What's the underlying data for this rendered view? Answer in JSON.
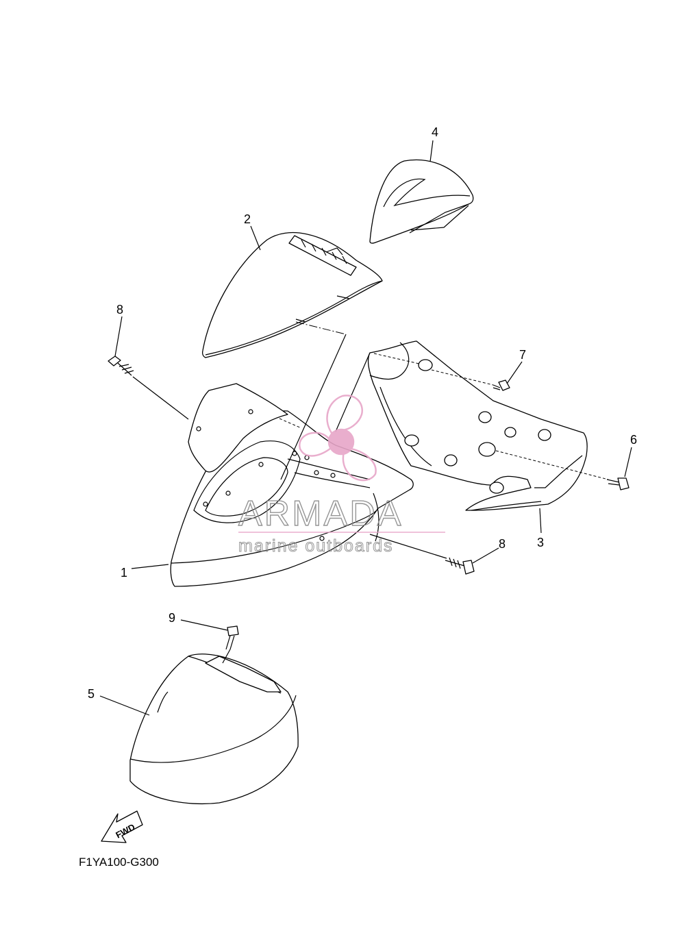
{
  "diagram": {
    "code": "F1YA100-G300",
    "fwd_label": "FWD",
    "part_labels": [
      "1",
      "2",
      "3",
      "4",
      "5",
      "6",
      "7",
      "8",
      "8",
      "9"
    ]
  },
  "watermark": {
    "brand": "ARMADA",
    "tagline": "marine outboards",
    "color": "#e7a6c8"
  }
}
